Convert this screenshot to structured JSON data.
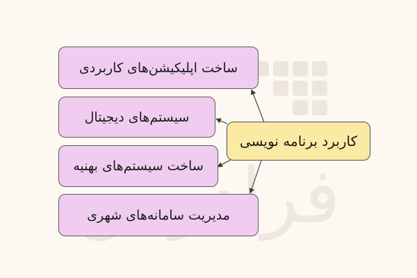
{
  "diagram": {
    "root": {
      "label": "کاربرد برنامه نویسی",
      "fill": "#fbeaa4"
    },
    "leaves": [
      {
        "label": "ساخت اپلیکیشن‌های کاربردی",
        "fill": "#f0cdf0"
      },
      {
        "label": "سیستم‌های دیجیتال",
        "fill": "#f0cdf0"
      },
      {
        "label": "ساخت سیستم‌های بهنیه",
        "fill": "#f0cdf0"
      },
      {
        "label": "مدیریت سامانه‌های شهری",
        "fill": "#f0cdf0"
      }
    ],
    "edge_color": "#3a3a3a",
    "background": "#fdf8f1"
  },
  "watermark": {
    "text": "فرادرس",
    "color": "#ece7df"
  }
}
